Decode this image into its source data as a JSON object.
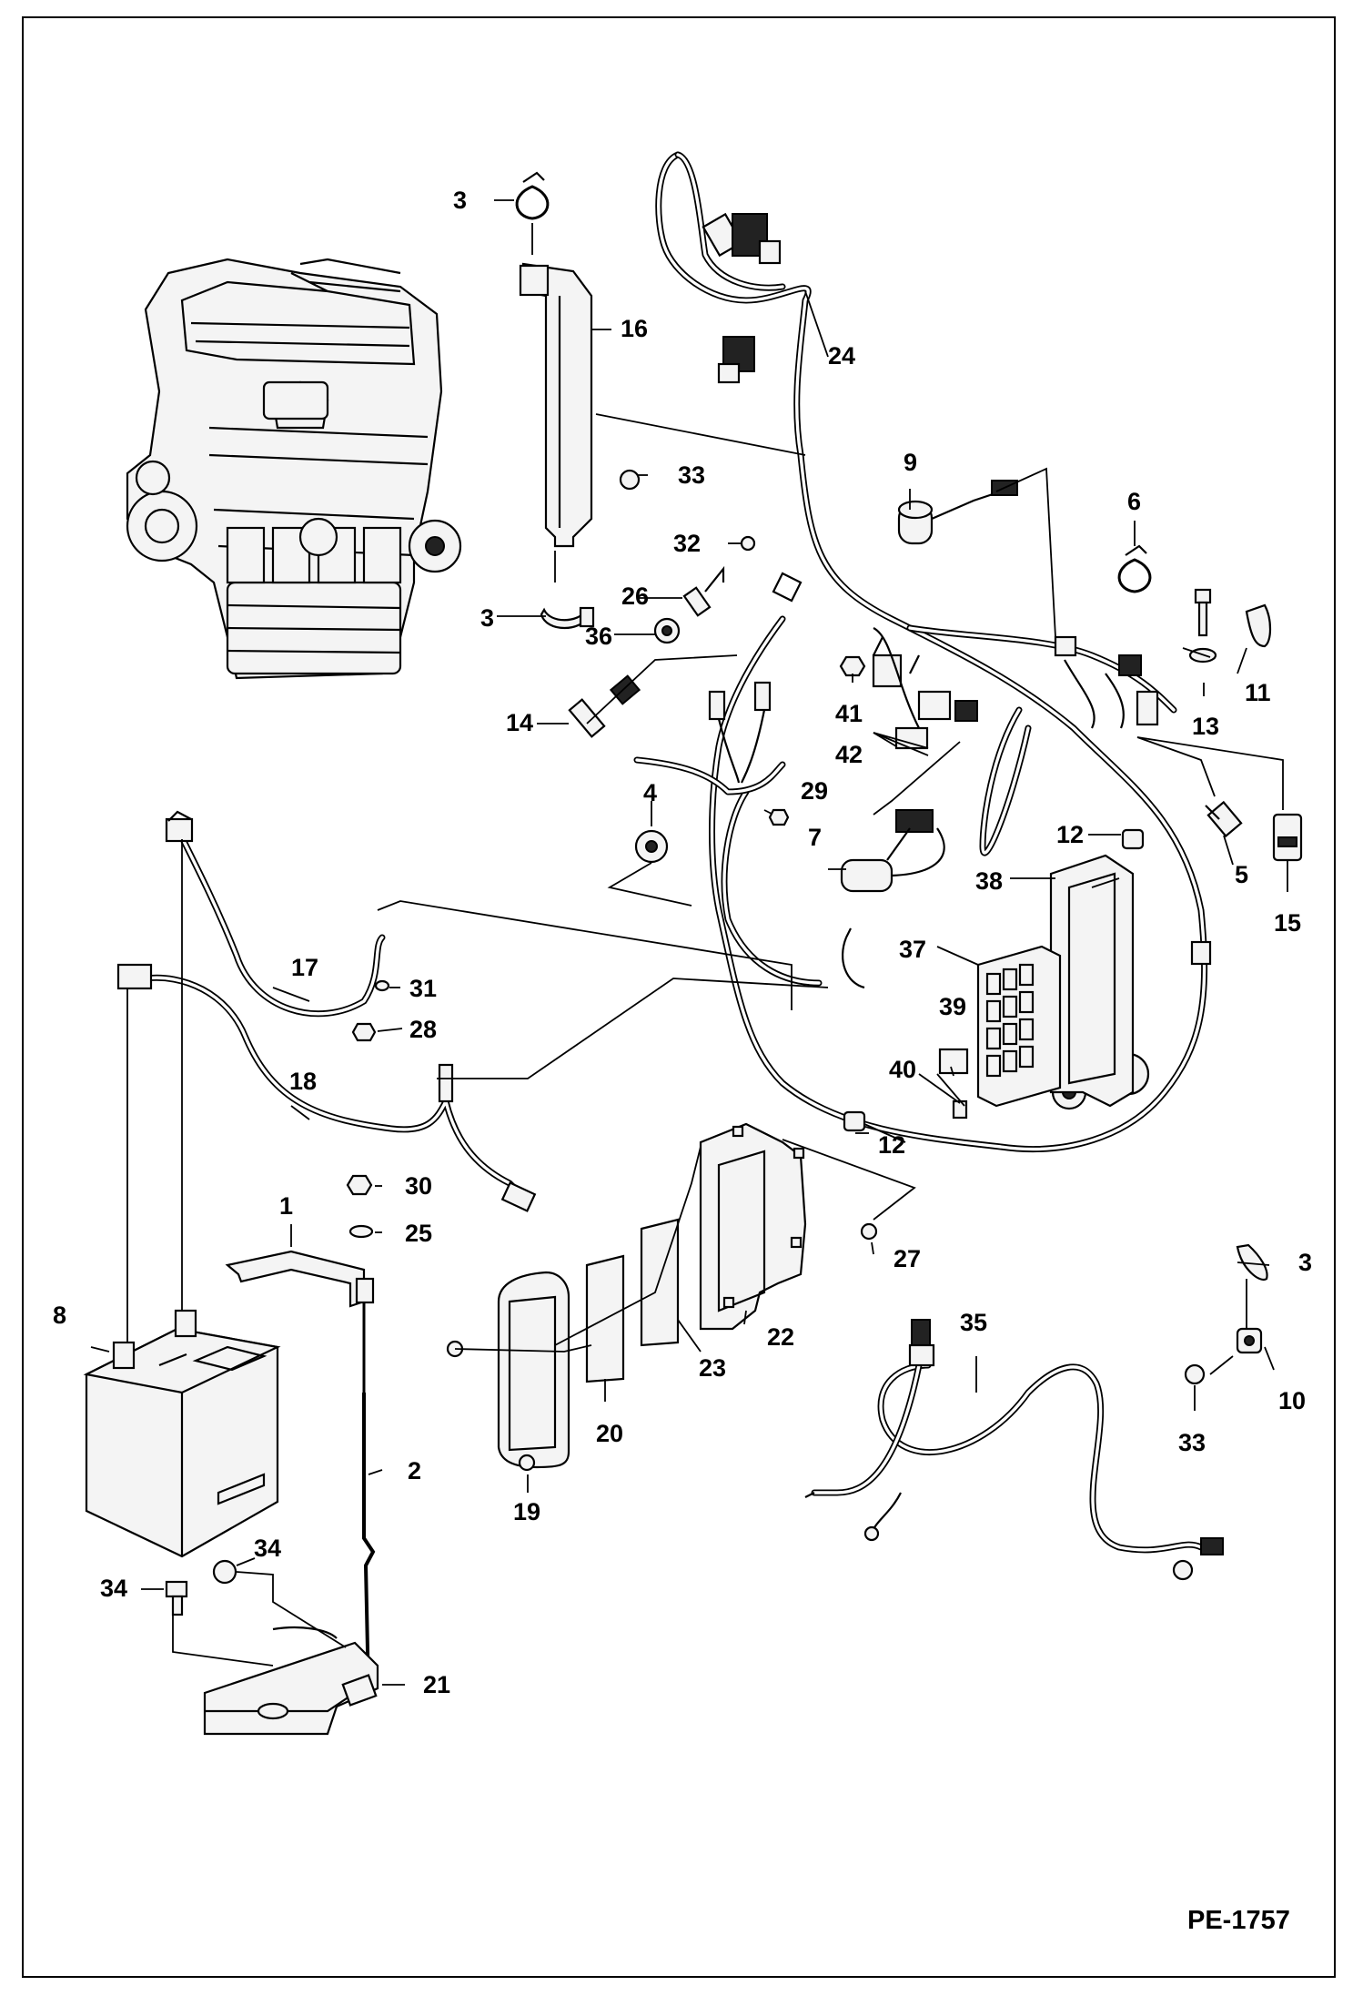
{
  "figure_id": "PE-1757",
  "callouts": [
    "3",
    "16",
    "24",
    "33",
    "9",
    "6",
    "32",
    "26",
    "3",
    "36",
    "13",
    "11",
    "41",
    "14",
    "42",
    "29",
    "4",
    "12",
    "7",
    "38",
    "5",
    "15",
    "17",
    "31",
    "28",
    "37",
    "39",
    "18",
    "40",
    "12",
    "30",
    "1",
    "25",
    "27",
    "3",
    "8",
    "35",
    "22",
    "23",
    "20",
    "10",
    "2",
    "33",
    "19",
    "34",
    "34",
    "21"
  ]
}
